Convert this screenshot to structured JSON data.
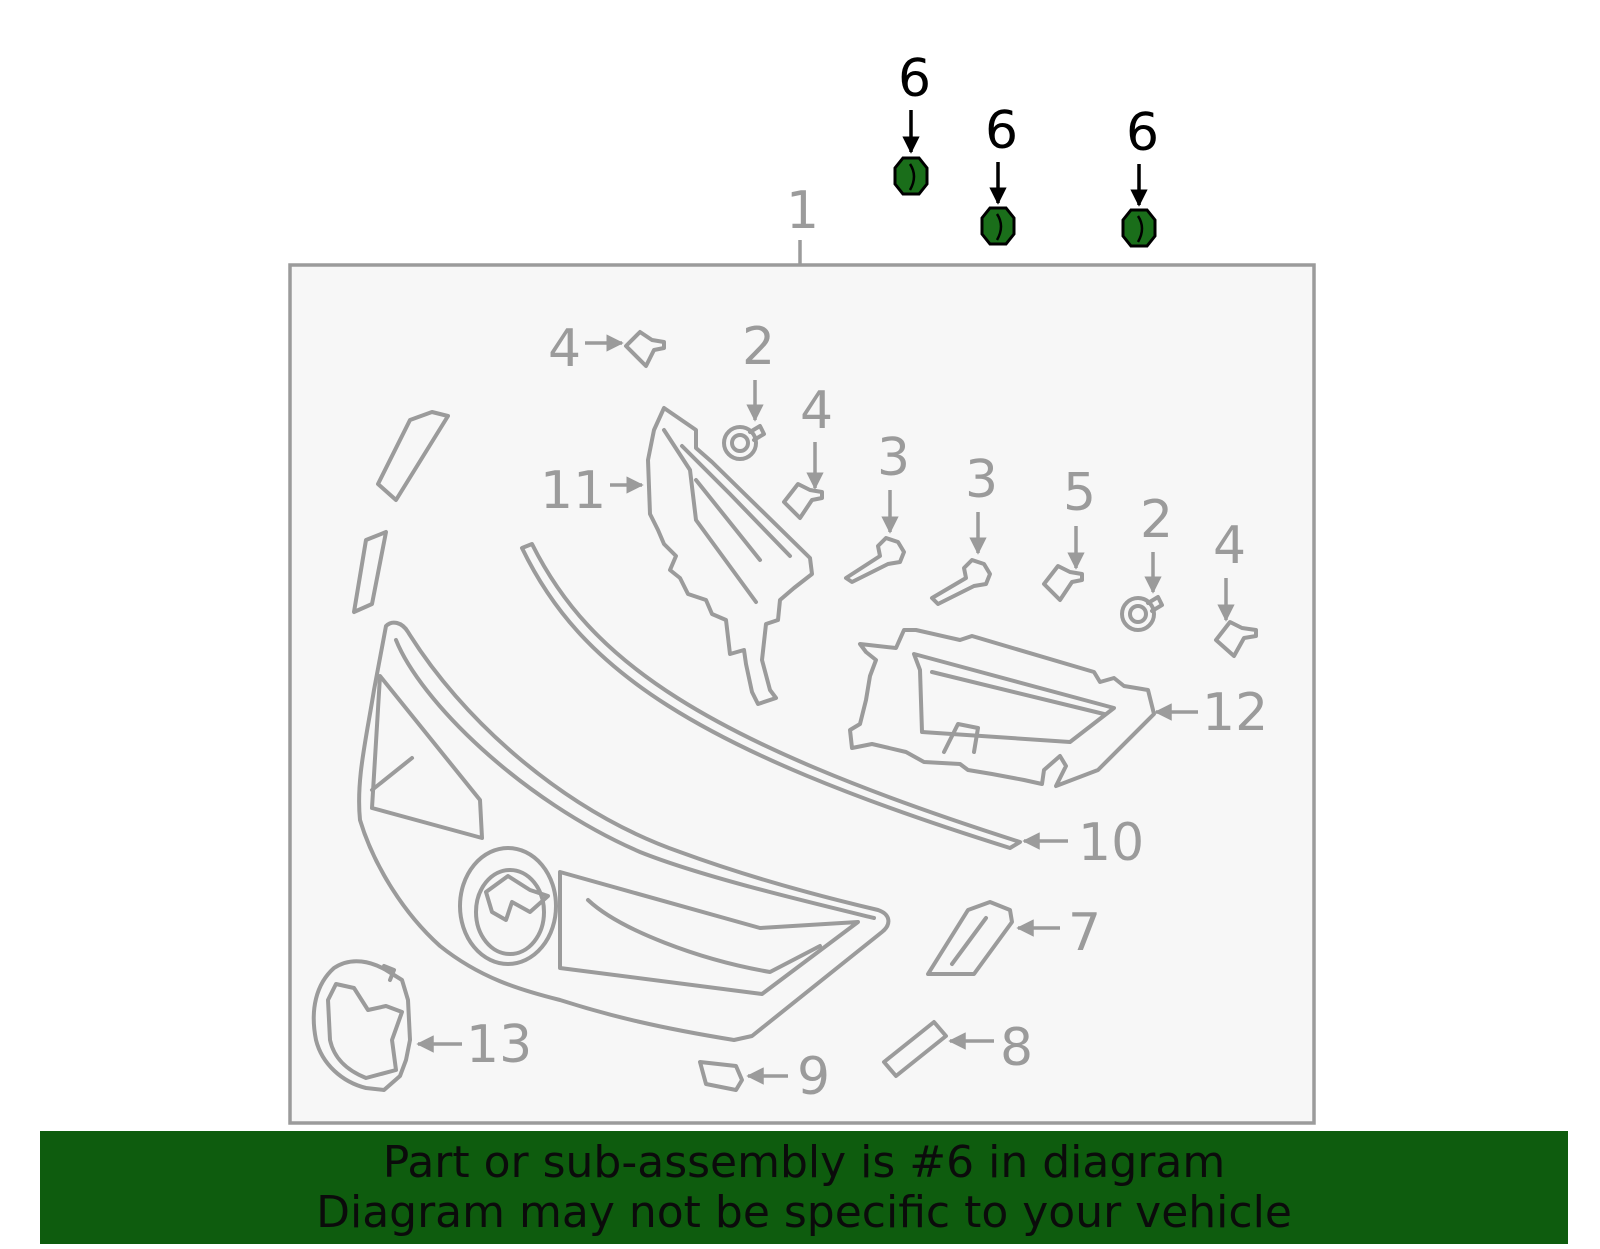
{
  "diagram": {
    "callouts": {
      "c1": "1",
      "c2a": "2",
      "c2b": "2",
      "c3a": "3",
      "c3b": "3",
      "c4a": "4",
      "c4b": "4",
      "c4c": "4",
      "c5": "5",
      "c6a": "6",
      "c6b": "6",
      "c6c": "6",
      "c7": "7",
      "c8": "8",
      "c9": "9",
      "c10": "10",
      "c11": "11",
      "c12": "12",
      "c13": "13"
    },
    "highlighted_part": "6"
  },
  "banner": {
    "line1": "Part or sub-assembly is #6 in diagram",
    "line2": "Diagram may not be specific to your vehicle"
  },
  "colors": {
    "highlight_fill": "#1a6e1a",
    "banner_bg": "#0e5c0e",
    "line_gray": "#9b9b9b",
    "frame_bg": "#f7f7f7"
  }
}
